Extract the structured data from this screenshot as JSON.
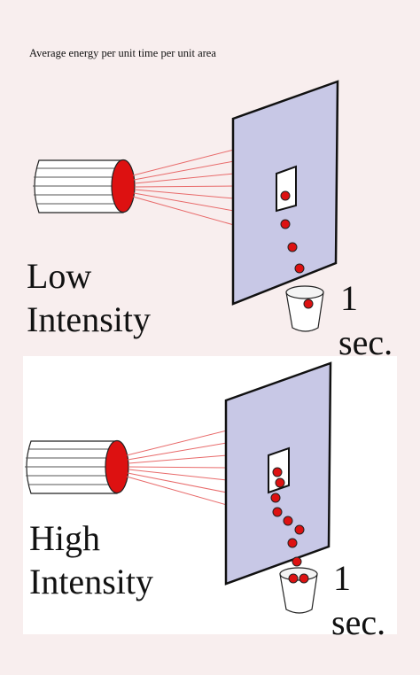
{
  "caption": "Average energy per unit time per unit area",
  "panels": [
    {
      "label_line1": "Low",
      "label_line2": "Intensity",
      "time_value": "1",
      "time_unit": "sec."
    },
    {
      "label_line1": "High",
      "label_line2": "Intensity",
      "time_value": "1",
      "time_unit": "sec."
    }
  ],
  "colors": {
    "background": "#f8eeee",
    "lower_panel_bg": "#ffffff",
    "screen_fill": "#c8c8e6",
    "photon": "#dd1111",
    "beam_line": "#e86a6a",
    "emitter_face": "#dd1111"
  }
}
